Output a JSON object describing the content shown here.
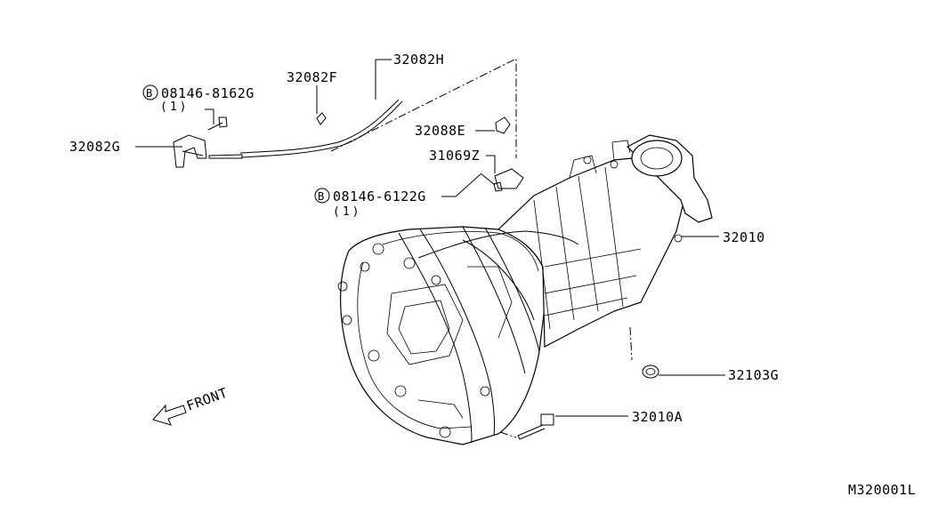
{
  "diagram": {
    "code": "M320001L",
    "direction": "FRONT",
    "labels": {
      "part_32082H": "32082H",
      "part_32082F": "32082F",
      "bolt_1": "08146-8162G",
      "bolt_1_qty": "(1)",
      "part_32082G": "32082G",
      "part_32088E": "32088E",
      "part_31069Z": "31069Z",
      "bolt_2": "08146-6122G",
      "bolt_2_qty": "(1)",
      "part_32010": "32010",
      "part_32103G": "32103G",
      "part_32010A": "32010A"
    },
    "bolt_symbol": "B"
  }
}
